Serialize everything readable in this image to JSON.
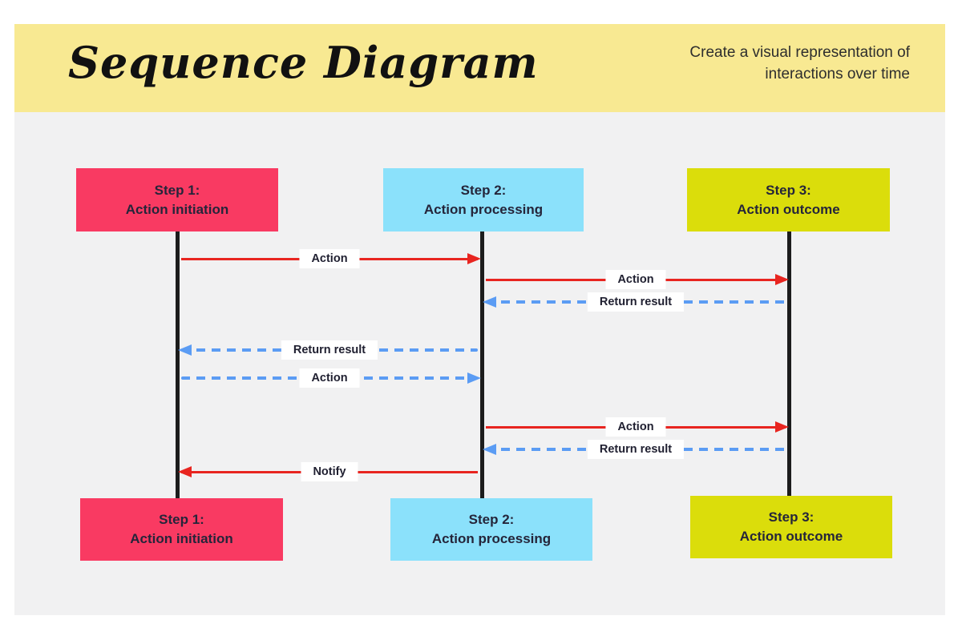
{
  "header": {
    "title": "Sequence Diagram",
    "subtitle": "Create a visual representation of interactions over time",
    "background_color": "#F8E992"
  },
  "canvas": {
    "background_color": "#F1F1F2",
    "lifeline_color": "#1c1c1c"
  },
  "actors": [
    {
      "title": "Step 1:",
      "subtitle": "Action initiation",
      "color": "#F93A62"
    },
    {
      "title": "Step 2:",
      "subtitle": "Action processing",
      "color": "#8BE1FB"
    },
    {
      "title": "Step 3:",
      "subtitle": "Action outcome",
      "color": "#DBDD0B"
    }
  ],
  "messages": [
    {
      "label": "Action",
      "from": "Step 1",
      "to": "Step 2",
      "line": "solid",
      "direction": "right",
      "color": "#E82520"
    },
    {
      "label": "Action",
      "from": "Step 2",
      "to": "Step 3",
      "line": "solid",
      "direction": "right",
      "color": "#E82520"
    },
    {
      "label": "Return result",
      "from": "Step 3",
      "to": "Step 2",
      "line": "dashed",
      "direction": "left",
      "color": "#5B9CF4"
    },
    {
      "label": "Return result",
      "from": "Step 2",
      "to": "Step 1",
      "line": "dashed",
      "direction": "left",
      "color": "#5B9CF4"
    },
    {
      "label": "Action",
      "from": "Step 1",
      "to": "Step 2",
      "line": "dashed",
      "direction": "right",
      "color": "#5B9CF4"
    },
    {
      "label": "Action",
      "from": "Step 2",
      "to": "Step 3",
      "line": "solid",
      "direction": "right",
      "color": "#E82520"
    },
    {
      "label": "Return result",
      "from": "Step 3",
      "to": "Step 2",
      "line": "dashed",
      "direction": "left",
      "color": "#5B9CF4"
    },
    {
      "label": "Notify",
      "from": "Step 2",
      "to": "Step 1",
      "line": "solid",
      "direction": "left",
      "color": "#E82520"
    }
  ]
}
